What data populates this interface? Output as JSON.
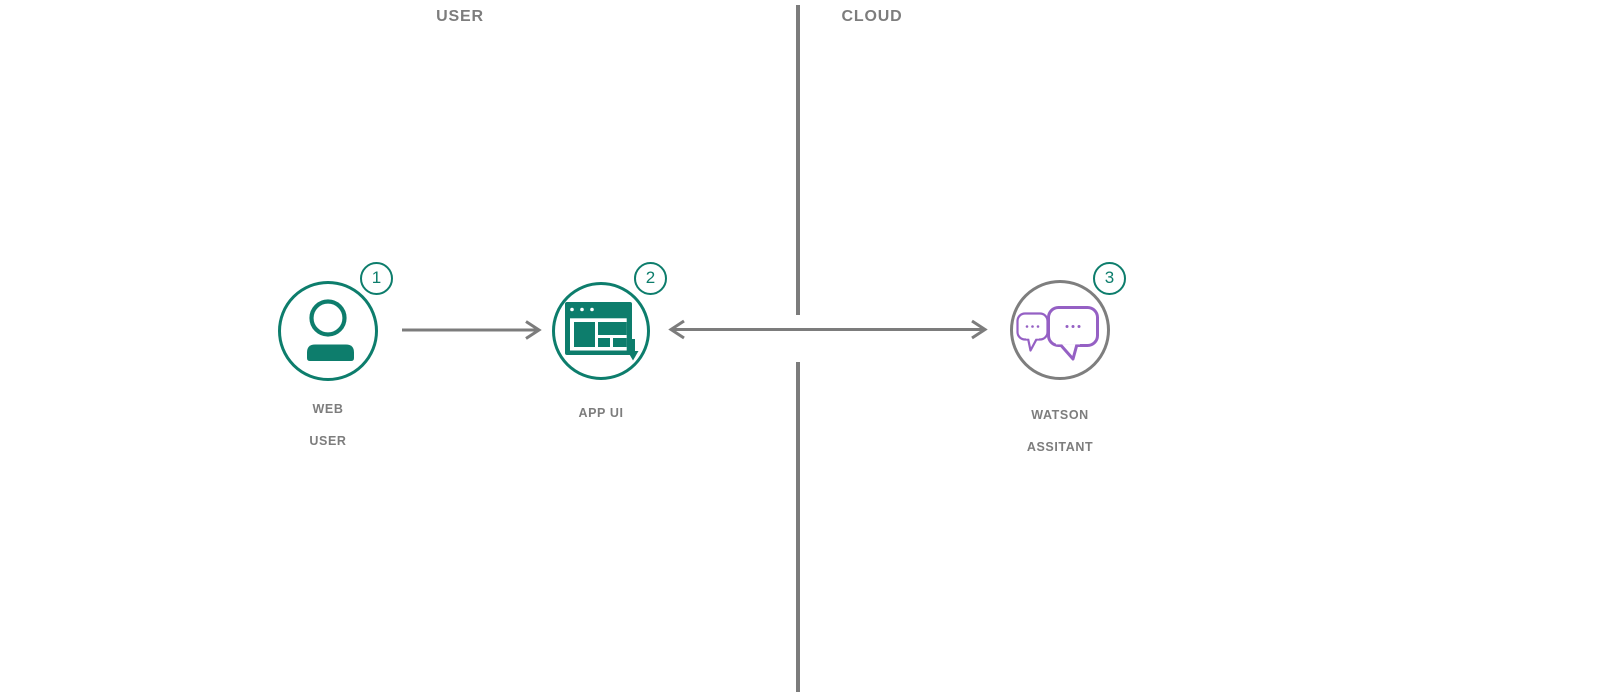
{
  "diagram": {
    "title": "watson-assistant-architecture-flow",
    "zones": [
      {
        "id": "user",
        "label": "USER"
      },
      {
        "id": "cloud",
        "label": "CLOUD"
      }
    ],
    "nodes": [
      {
        "id": "web-user",
        "step": "1",
        "label_line1": "WEB",
        "label_line2": "USER",
        "icon": "person-icon",
        "circle_color": "#0d7d6c"
      },
      {
        "id": "app-ui",
        "step": "2",
        "label_line1": "APP UI",
        "icon": "browser-window-icon",
        "circle_color": "#0d7d6c"
      },
      {
        "id": "watson-assistant",
        "step": "3",
        "label_line1": "WATSON",
        "label_line2": "ASSITANT",
        "icon": "chat-bubbles-icon",
        "circle_color": "#7e7e7e"
      }
    ],
    "connections": [
      {
        "from": "web-user",
        "to": "app-ui",
        "type": "one-way-right"
      },
      {
        "from": "app-ui",
        "to": "watson-assistant",
        "type": "two-way"
      }
    ],
    "colors": {
      "teal": "#0d7d6c",
      "gray": "#7c7c7c",
      "purple": "#9560c4",
      "label": "#7d7d7d"
    }
  }
}
